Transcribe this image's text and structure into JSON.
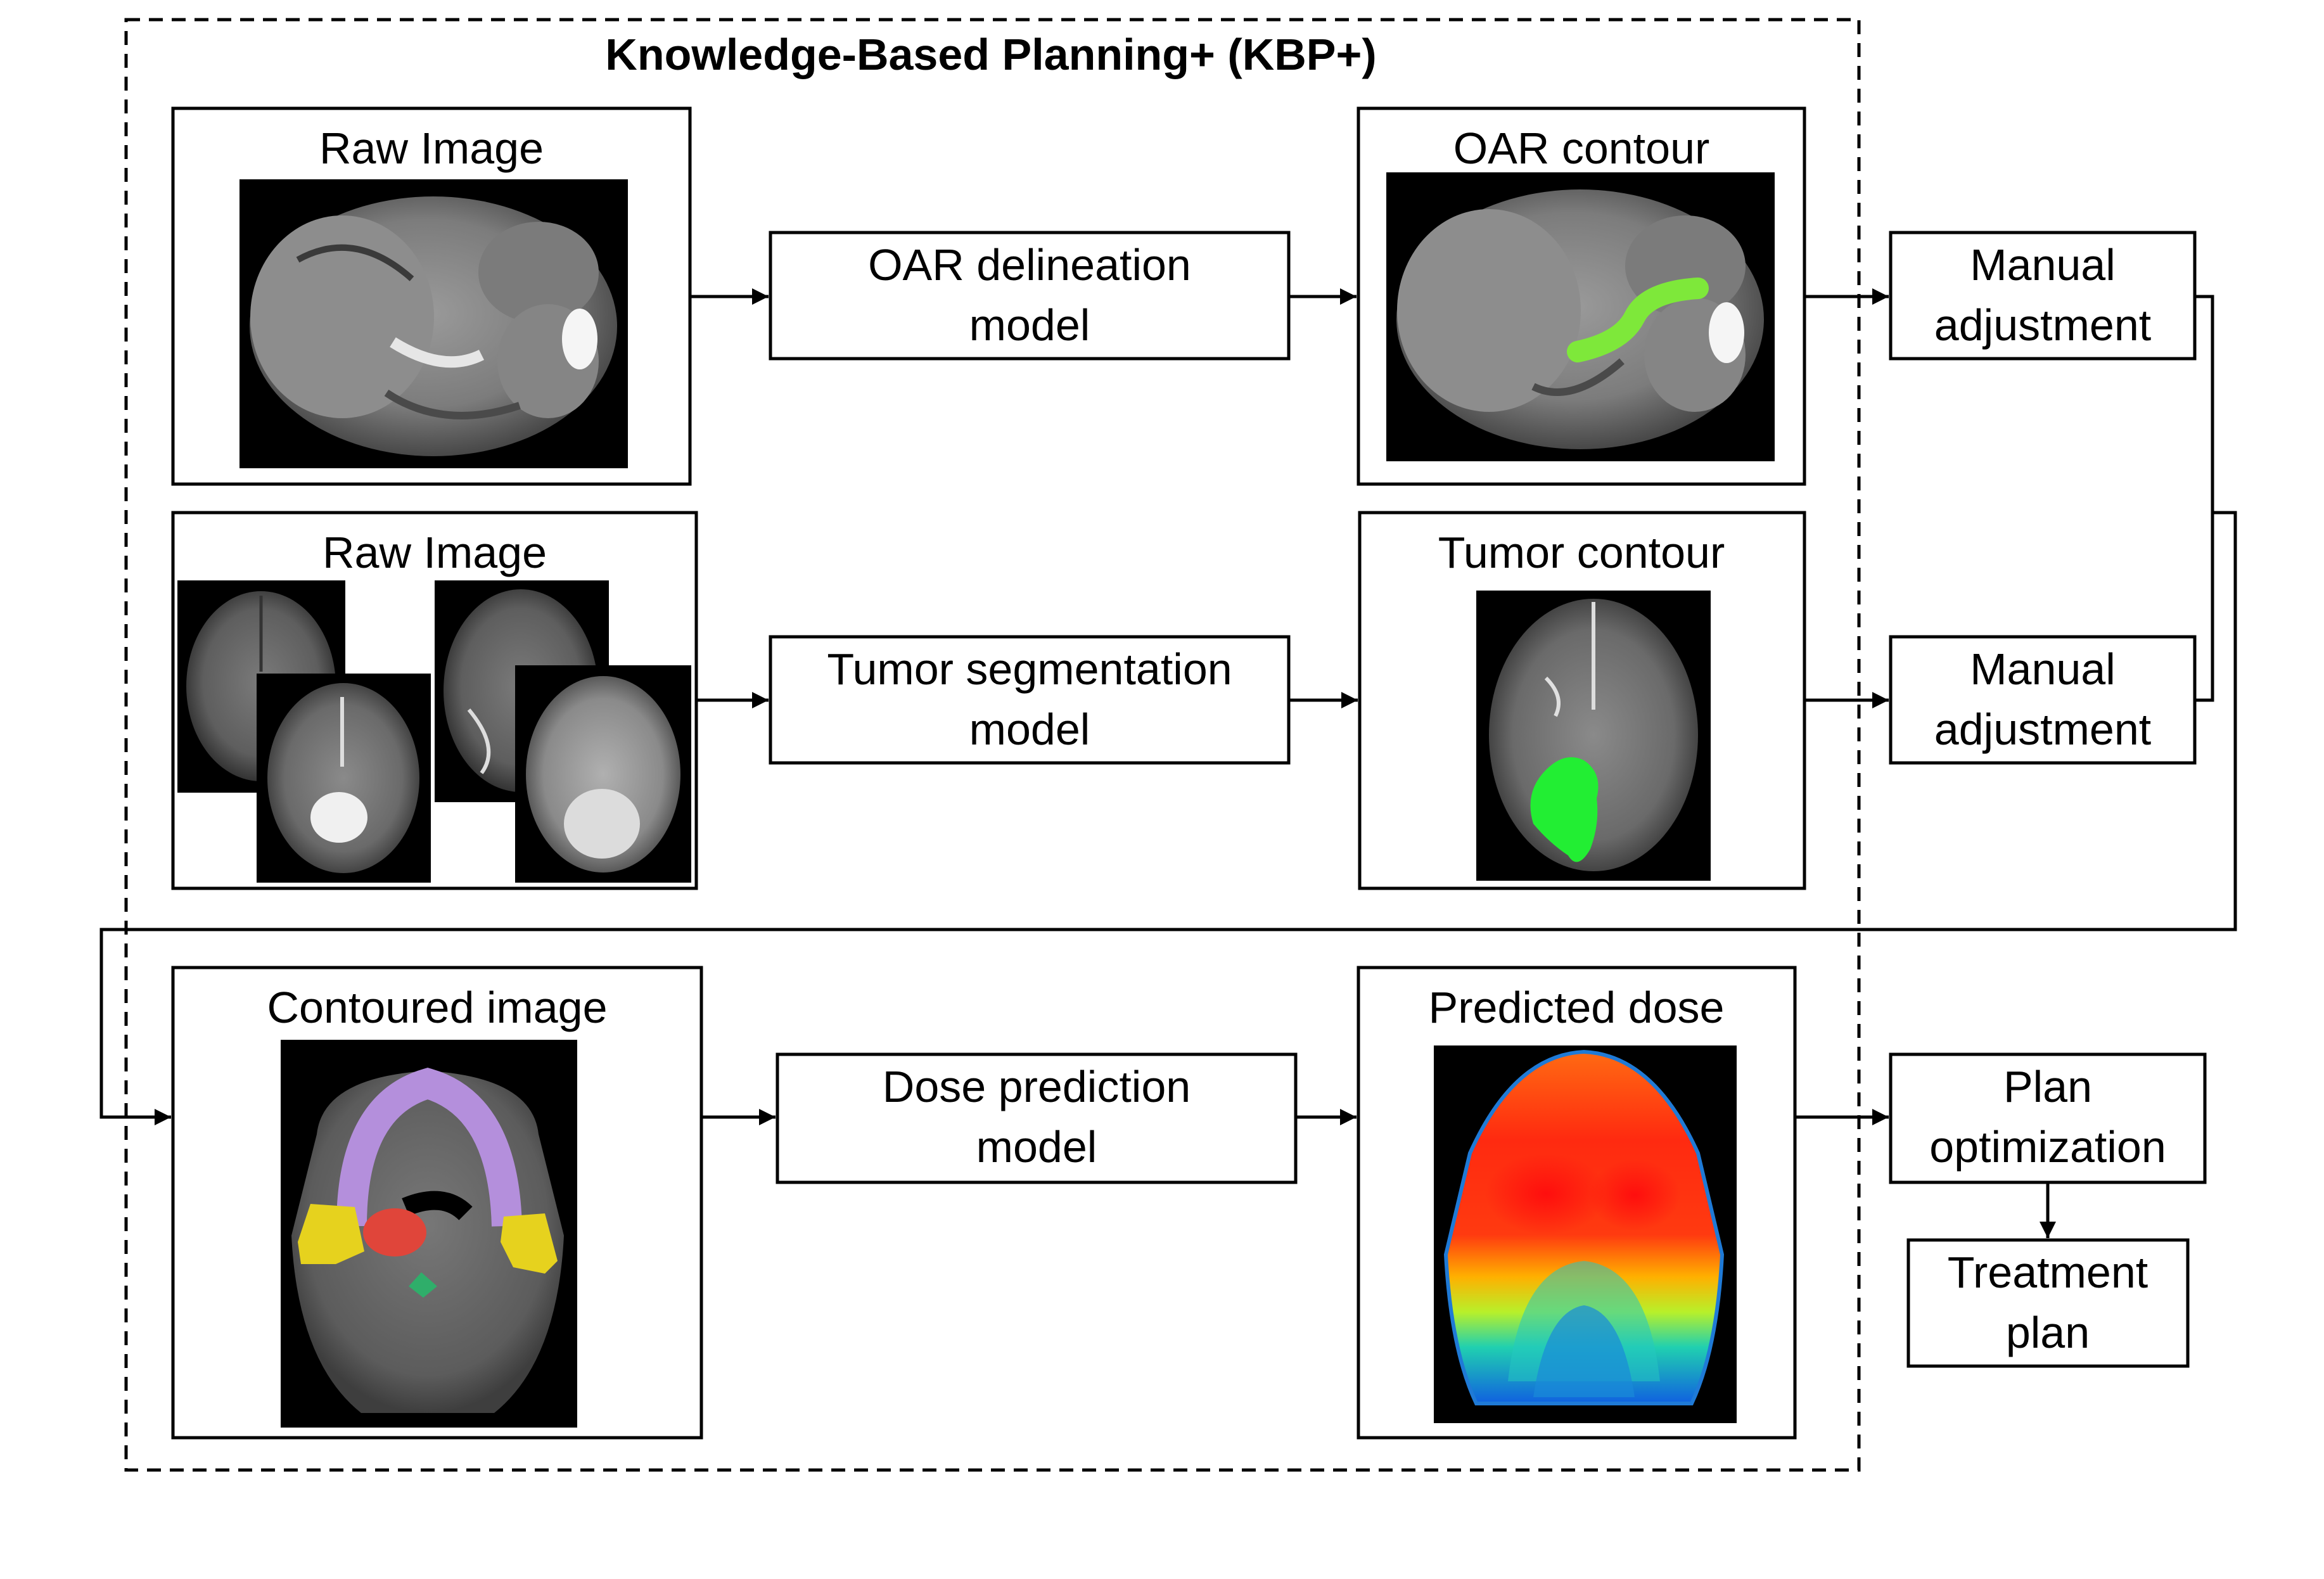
{
  "title": "Knowledge-Based Planning+ (KBP+)",
  "panels": {
    "raw_image_1": "Raw Image",
    "oar_contour": "OAR contour",
    "raw_image_2": "Raw Image",
    "tumor_contour": "Tumor contour",
    "contoured_image": "Contoured image",
    "predicted_dose": "Predicted dose"
  },
  "models": {
    "oar_delineation": [
      "OAR delineation",
      "model"
    ],
    "tumor_segmentation": [
      "Tumor segmentation",
      "model"
    ],
    "dose_prediction": [
      "Dose prediction",
      "model"
    ]
  },
  "outputs": {
    "manual_adjustment_1": [
      "Manual",
      "adjustment"
    ],
    "manual_adjustment_2": [
      "Manual",
      "adjustment"
    ],
    "plan_optimization": [
      "Plan",
      "optimization"
    ],
    "treatment_plan": [
      "Treatment",
      "plan"
    ]
  },
  "colors": {
    "oar_contour": "#7ee83a",
    "tumor_contour": "#22ee33",
    "mandible": "#b48fdc",
    "parotid": "#e6d21e",
    "target": "#e0453a",
    "cord": "#2fae6a"
  }
}
